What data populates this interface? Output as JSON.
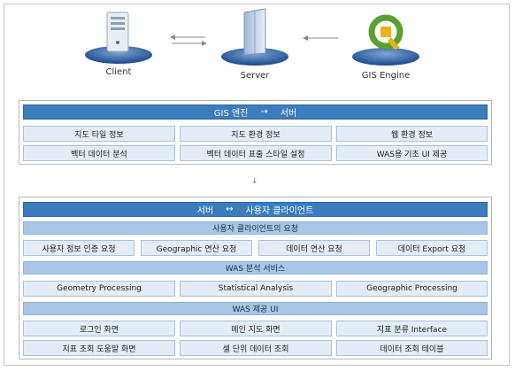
{
  "nodes": {
    "client": "Client",
    "server": "Server",
    "engine": "GIS Engine"
  },
  "section1": {
    "title_left": "GIS 엔진",
    "title_arrow": "→",
    "title_right": "서버",
    "cells": [
      [
        "지도 타일 정보",
        "지도 환경 정보",
        "웹 환경 정보"
      ],
      [
        "벡터 데이터 분석",
        "벡터 데이터 표출 스타일 설정",
        "WAS용 기초 UI 제공"
      ]
    ]
  },
  "connector": "↓",
  "section2": {
    "title_left": "서버",
    "title_arrow": "↔",
    "title_right": "사용자 클라이언트",
    "groups": [
      {
        "label": "사용자 클라이언트의 요청",
        "cells": [
          "사용자 정보 인증 요청",
          "Geographic 연산 요청",
          "데이터 연산 요청",
          "데이터 Export 요청"
        ]
      },
      {
        "label": "WAS 분석 서비스",
        "cells": [
          "Geometry Processing",
          "Statistical Analysis",
          "Geographic Processing"
        ]
      },
      {
        "label": "WAS 제공 UI",
        "cells": [
          "로그인 화면",
          "메인 지도 화면",
          "지표 분류 Interface",
          "지표 조회 도움말 화면",
          "셀 단위 데이터 조회",
          "데이터 조회 테이블"
        ]
      }
    ]
  },
  "colors": {
    "bar": "#3b7cbf",
    "subbar": "#aac6e6",
    "cell": "#e3ecf7",
    "platform": "#2f5f9e"
  }
}
